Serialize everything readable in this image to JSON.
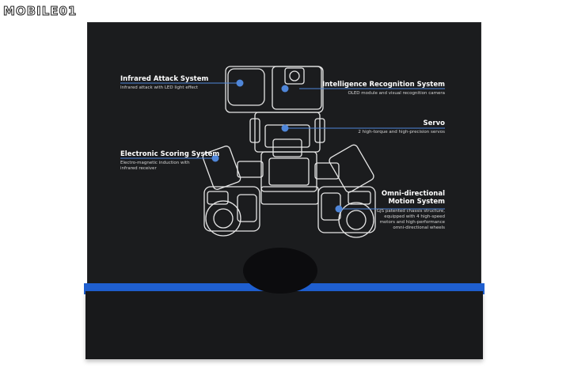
{
  "watermark": {
    "text": "MOBILE01"
  },
  "colors": {
    "box": "#1b1c1e",
    "accent": "#1f5fd0",
    "line": "#4f86d9",
    "outline": "#e6e6e6"
  },
  "features": {
    "infrared": {
      "title": "Infrared Attack System",
      "desc": "Infrared attack with LED light effect"
    },
    "intelligence": {
      "title": "Intelligence Recognition System",
      "desc": "OLED module and visual recognition camera"
    },
    "servo": {
      "title": "Servo",
      "desc": "2 high-torque and high-precision servos"
    },
    "scoring": {
      "title": "Electronic Scoring System",
      "desc1": "Electro-magnetic induction with",
      "desc2": "infrared receiver"
    },
    "omni": {
      "title1": "Omni-directional",
      "title2": "Motion System",
      "desc1": "GJS patented chassis structure,",
      "desc2": "equipped with 4 high-speed",
      "desc3": "motors and high-performance",
      "desc4": "omni-directional wheels"
    }
  }
}
